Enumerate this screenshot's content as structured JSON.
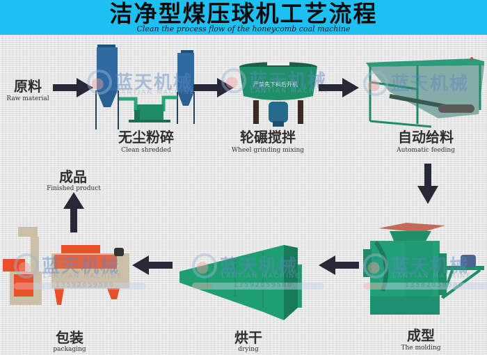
{
  "header": {
    "title": "洁净型煤压球机工艺流程",
    "subtitle": "Clean the process flow of the honeycomb coal machine",
    "background_color": "#1ec0f2"
  },
  "watermark": {
    "brand_cn": "蓝天机械",
    "brand_en": "LANTIAN MACHINE",
    "phone": "13592059580"
  },
  "steps": [
    {
      "id": "raw",
      "label_cn": "原料",
      "label_en": "Raw material"
    },
    {
      "id": "shred",
      "label_cn": "无尘粉碎",
      "label_en": "Clean shredded"
    },
    {
      "id": "mix",
      "label_cn": "轮碾搅拌",
      "label_en": "Wheel grinding mixing",
      "machine_text": "严禁先下料后开机"
    },
    {
      "id": "feed",
      "label_cn": "自动给料",
      "label_en": "Automatic feeding"
    },
    {
      "id": "mold",
      "label_cn": "成型",
      "label_en": "The molding"
    },
    {
      "id": "dry",
      "label_cn": "烘干",
      "label_en": "drying"
    },
    {
      "id": "pack",
      "label_cn": "包装",
      "label_en": "packaging"
    },
    {
      "id": "product",
      "label_cn": "成品",
      "label_en": "Finished product"
    }
  ],
  "colors": {
    "arrow": "#272838",
    "machine_green": "#1fa07a",
    "machine_blue": "#2f6aa0",
    "packaging_red": "#e8502a",
    "packaging_beige": "#cbbfa8"
  }
}
